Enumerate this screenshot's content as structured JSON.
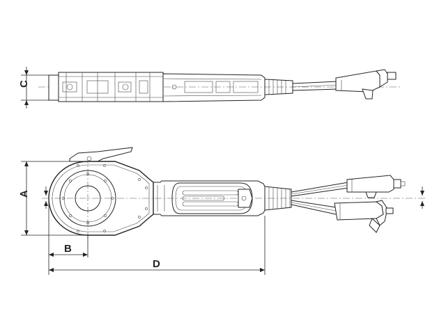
{
  "dimensions": {
    "A": "A",
    "B": "B",
    "C": "C",
    "D": "D"
  },
  "colors": {
    "line": "#222222",
    "background": "#ffffff"
  }
}
